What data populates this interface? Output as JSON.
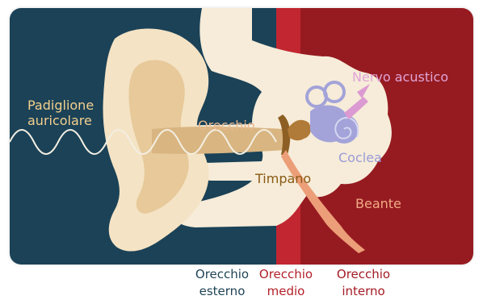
{
  "labels": {
    "pinna_line1": "Padiglione",
    "pinna_line2": "auricolare",
    "outer_ear": "Orecchio",
    "auditory_nerve": "Nervo acustico",
    "cochlea": "Coclea",
    "eardrum": "Timpano",
    "eustachian_tube": "Beante"
  },
  "captions": {
    "outer_line1": "Orecchio",
    "outer_line2": "esterno",
    "middle_line1": "Orecchio",
    "middle_line2": "medio",
    "inner_line1": "Orecchio",
    "inner_line2": "interno"
  },
  "colors": {
    "outer_zone": "#1b4257",
    "middle_zone": "#c22630",
    "inner_zone": "#961b21",
    "skin": "#f4e3c4",
    "canal": "#d9b581",
    "inner_ear": "#a3a3d9",
    "nerve": "#dc9ad2",
    "tube": "#ec9e78",
    "eardrum": "#8e5f24"
  }
}
